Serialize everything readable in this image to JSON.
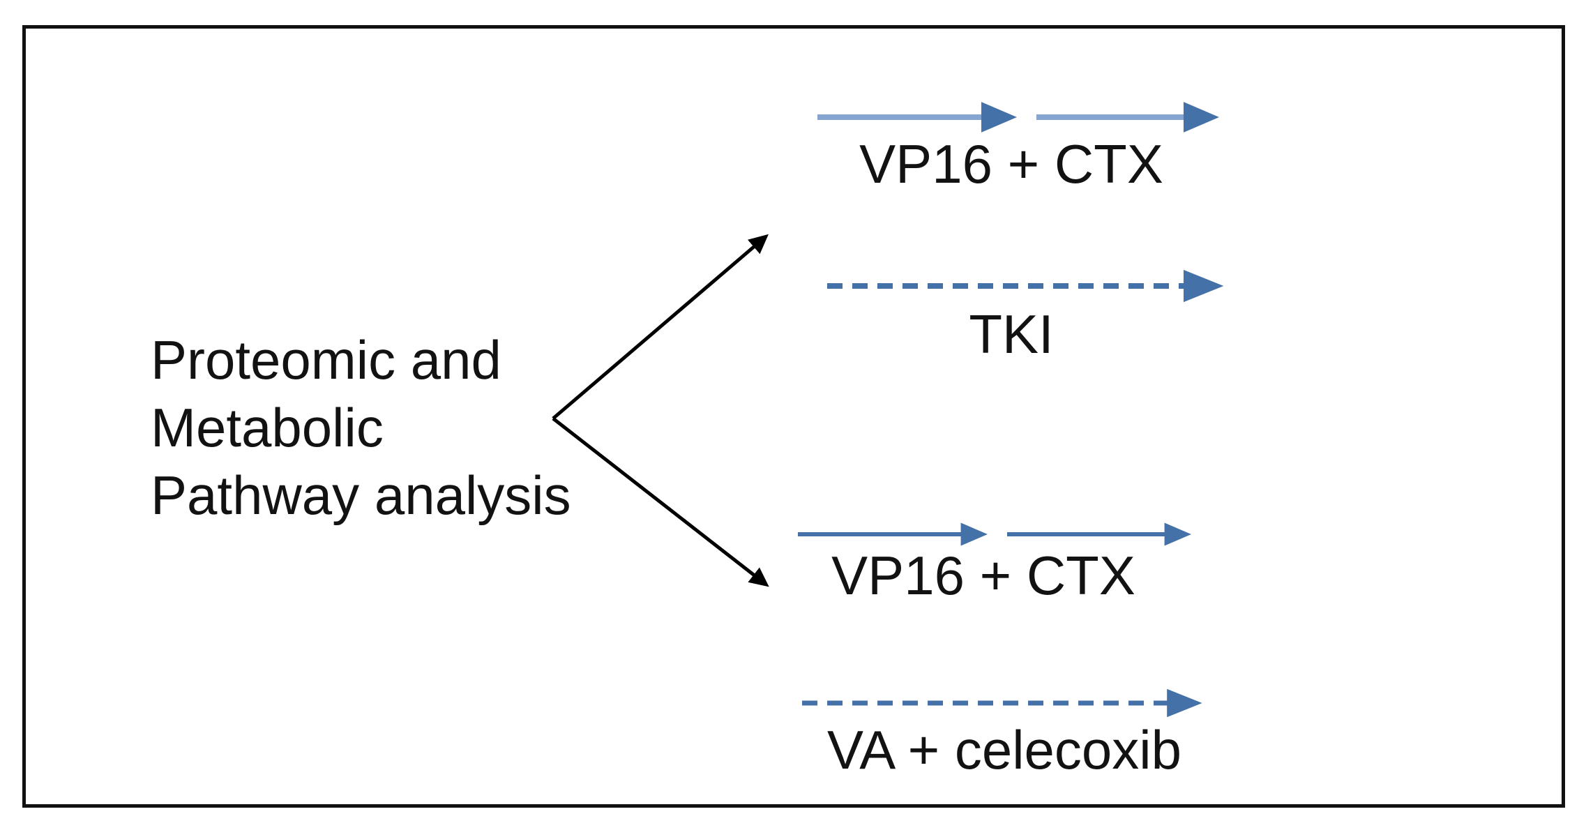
{
  "figure": {
    "title_present": false,
    "colors": {
      "frame_border": "#111111",
      "background": "#ffffff",
      "text": "#121212",
      "arrow_line_blue": "#85a4d0",
      "arrow_head_blue": "#4472a8",
      "branch_arrow_black": "#000000"
    },
    "source_node": {
      "name": "proteomic-metabolic-pathway-analysis",
      "lines": [
        "Proteomic and",
        "Metabolic",
        "Pathway analysis"
      ]
    },
    "branches": [
      {
        "id": "upper-branch",
        "direction": "up-right",
        "arrow_style": "solid-black",
        "treatments": [
          {
            "id": "upper-solid",
            "label": "VP16 + CTX",
            "arrow_style": "solid",
            "arrow_color": "#85a4d0",
            "segments": 2
          },
          {
            "id": "upper-dashed",
            "label": "TKI",
            "arrow_style": "dashed",
            "arrow_color": "#4472a8",
            "segments": 1
          }
        ]
      },
      {
        "id": "lower-branch",
        "direction": "down-right",
        "arrow_style": "solid-black",
        "treatments": [
          {
            "id": "lower-solid",
            "label": "VP16 + CTX",
            "arrow_style": "solid",
            "arrow_color": "#4472a8",
            "segments": 2
          },
          {
            "id": "lower-dashed",
            "label": "VA + celecoxib",
            "arrow_style": "dashed",
            "arrow_color": "#4472a8",
            "segments": 1
          }
        ]
      }
    ]
  }
}
